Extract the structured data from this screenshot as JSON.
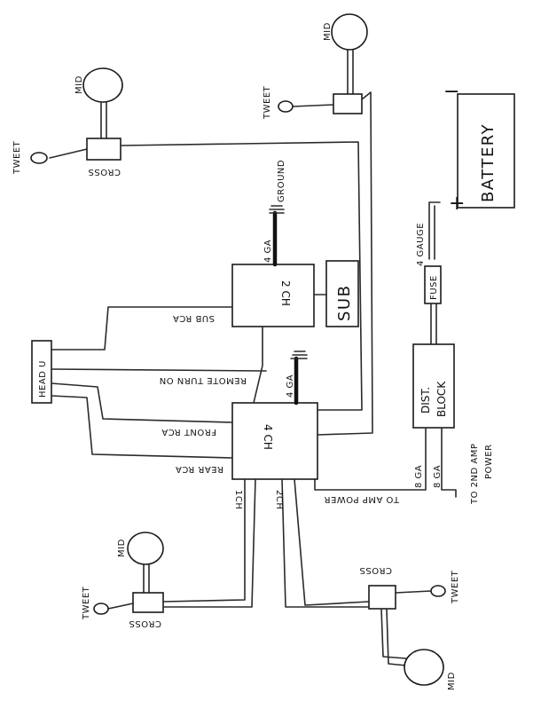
{
  "labels": {
    "battery": "BATTERY",
    "battery_neg": "−",
    "battery_pos": "+",
    "fuse": "FUSE",
    "four_gauge": "4 GAUGE",
    "dist_block_1": "DIST.",
    "dist_block_2": "BLOCK",
    "eight_ga_a": "8 GA",
    "eight_ga_b": "8 GA",
    "to_2nd_amp_1": "TO 2ND AMP",
    "to_2nd_amp_2": "POWER",
    "to_amp_power": "TO AMP POWER",
    "amp_2ch": "2 CH",
    "amp_4ch": "4 CH",
    "sub": "SUB",
    "four_ga_top": "4 GA",
    "four_ga_mid": "4 GA",
    "ground": "GROUND",
    "head_unit": "HEAD U",
    "sub_rca": "SUB RCA",
    "remote_turn_on": "REMOTE TURN ON",
    "front_rca": "FRONT RCA",
    "rear_rca": "REAR RCA",
    "ch1": "1CH",
    "ch2": "2CH",
    "mid_tl": "MID",
    "tweet_tl": "TWEET",
    "cross_tl": "CROSS",
    "mid_tr": "MID",
    "tweet_tr": "TWEET",
    "mid_bl": "MID",
    "tweet_bl": "TWEET",
    "cross_bl": "CROSS",
    "mid_br": "MID",
    "tweet_br": "TWEET",
    "cross_br": "CROSS"
  }
}
